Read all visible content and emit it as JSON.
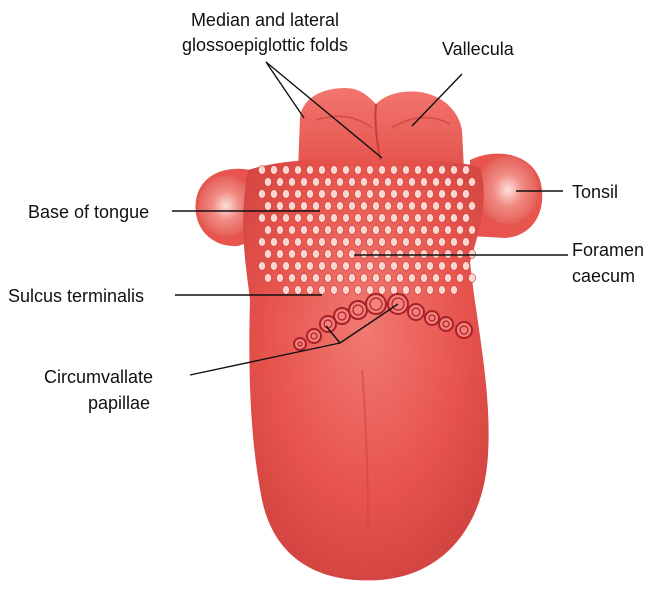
{
  "labels": {
    "folds_line1": "Median and lateral",
    "folds_line2": "glossoepiglottic folds",
    "vallecula": "Vallecula",
    "tonsil": "Tonsil",
    "base_of_tongue": "Base of tongue",
    "foramen_line1": "Foramen",
    "foramen_line2": "caecum",
    "sulcus": "Sulcus terminalis",
    "papillae_line1": "Circumvallate",
    "papillae_line2": "papillae"
  },
  "colors": {
    "tongue_body": "#e8544e",
    "tongue_light": "#f4817a",
    "tongue_dark": "#c93a36",
    "bumps": "#fbd6cf",
    "papilla_ring": "#a8202a",
    "leader_line": "#111111"
  }
}
